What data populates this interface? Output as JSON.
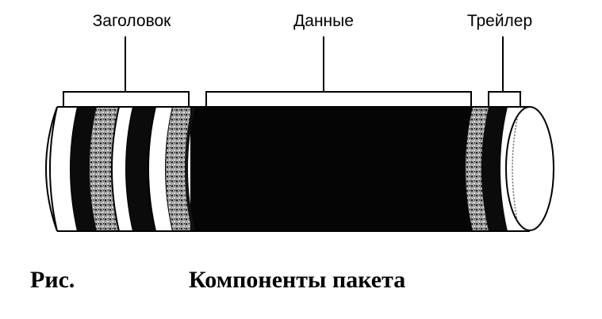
{
  "labels": {
    "header": "Заголовок",
    "data": "Данные",
    "trailer": "Трейлер"
  },
  "caption": {
    "prefix": "Рис.",
    "title": "Компоненты пакета"
  }
}
